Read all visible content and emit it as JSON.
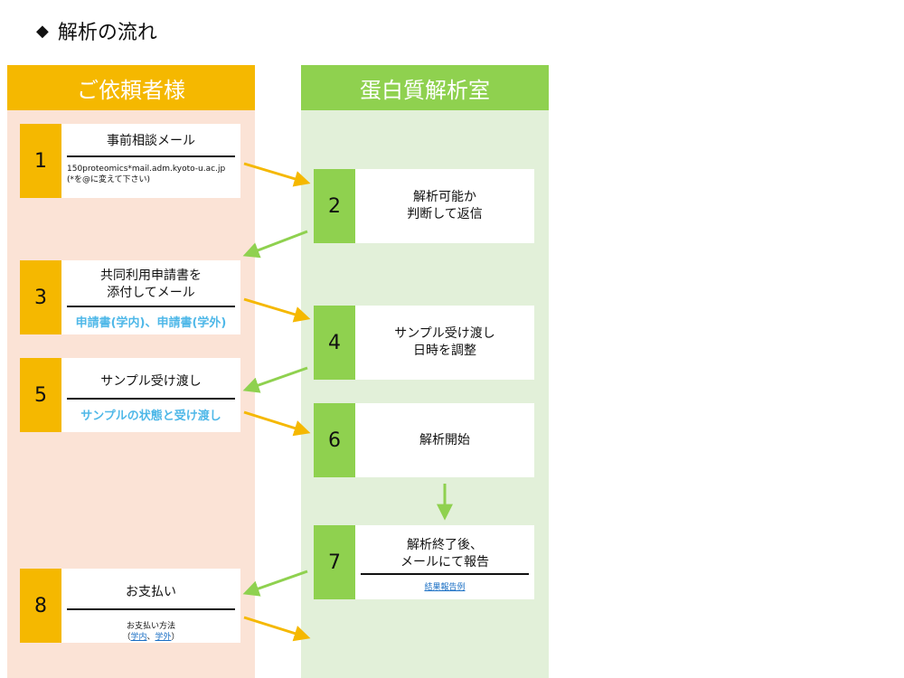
{
  "title": "解析の流れ",
  "title_marker": "◆",
  "columns": {
    "client": "ご依頼者様",
    "lab": "蛋白質解析室"
  },
  "steps": {
    "s1": {
      "num": "1",
      "title": "事前相談メール",
      "email": "150proteomics*mail.adm.kyoto-u.ac.jp",
      "note": "(*を@に変えて下さい)"
    },
    "s2": {
      "num": "2",
      "line1": "解析可能か",
      "line2": "判断して返信"
    },
    "s3": {
      "num": "3",
      "line1": "共同利用申請書を",
      "line2": "添付してメール",
      "links": "申請書(学内)、申請書(学外)"
    },
    "s4": {
      "num": "4",
      "line1": "サンプル受け渡し",
      "line2": "日時を調整"
    },
    "s5": {
      "num": "5",
      "title": "サンプル受け渡し",
      "link": "サンプルの状態と受け渡し"
    },
    "s6": {
      "num": "6",
      "title": "解析開始"
    },
    "s7": {
      "num": "7",
      "line1": "解析終了後、",
      "line2": "メールにて報告",
      "link": "結果報告例"
    },
    "s8": {
      "num": "8",
      "title": "お支払い",
      "sub": "お支払い方法",
      "paren_open": "（",
      "link_in": "学内",
      "sep": "、",
      "link_out": "学外",
      "paren_close": "）"
    }
  },
  "colors": {
    "orange": "#f5b800",
    "green": "#8fd14f",
    "left_bg": "#fbe3d6",
    "right_bg": "#e2f0d9",
    "link_light": "#4fb8e8",
    "link_dark": "#1a6fc4"
  }
}
